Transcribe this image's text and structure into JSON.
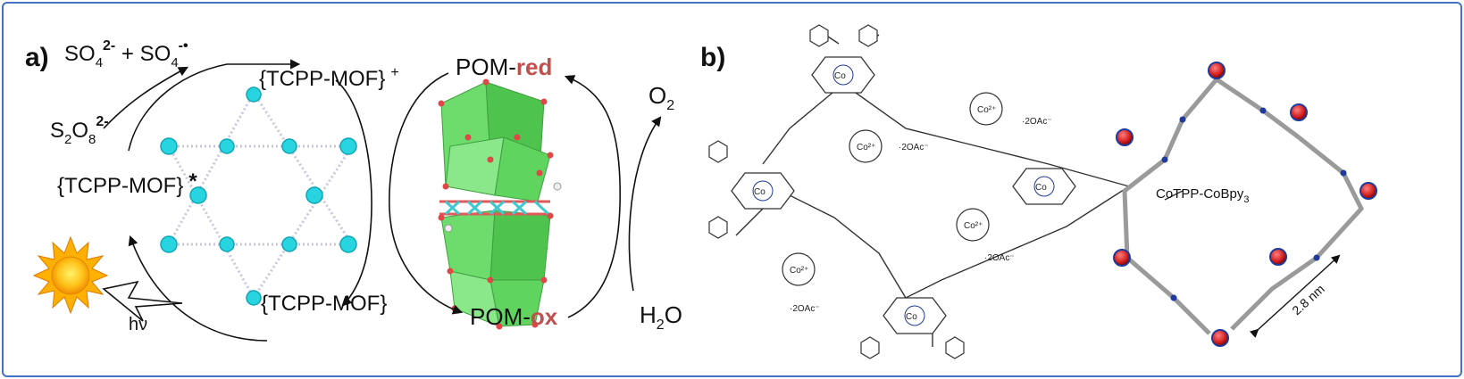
{
  "panel_a": {
    "label": "a)",
    "reaction_products": {
      "so4": "SO",
      "so4_sub": "4",
      "so4_sup": "2-",
      "plus": " + ",
      "radical": "SO",
      "radical_sub": "4",
      "radical_sup": "-•"
    },
    "persulfate": {
      "base": "S",
      "sub1": "2",
      "mid": "O",
      "sub2": "8",
      "sup": "2-"
    },
    "tcpp_plus": {
      "text": "{TCPP-MOF}",
      "sup": "+"
    },
    "tcpp_excited": {
      "text": "{TCPP-MOF}",
      "sup": "*"
    },
    "tcpp_ground": {
      "text": "{TCPP-MOF}"
    },
    "light": "hν",
    "pom_red": {
      "prefix": "POM-",
      "suffix": "red"
    },
    "pom_ox": {
      "prefix": "POM-",
      "suffix": "ox"
    },
    "oxygen": {
      "base": "O",
      "sub": "2"
    },
    "water": {
      "base": "H",
      "sub": "2",
      "end": "O"
    }
  },
  "panel_b": {
    "label": "b)",
    "co_label": "Co",
    "co2_label": "Co²⁺",
    "acetate": "·2OAc⁻",
    "model_name": {
      "base": "CoTPP-CoBpy",
      "sub": "3"
    },
    "distance": "2.8 nm"
  },
  "colors": {
    "frame": "#4472c4",
    "red_text": "#c0504d",
    "polyhedra": "#5fd45f",
    "mof_node": "#28d4e0",
    "cobalt": "#d42020",
    "nitrogen": "#1f3a9a"
  }
}
